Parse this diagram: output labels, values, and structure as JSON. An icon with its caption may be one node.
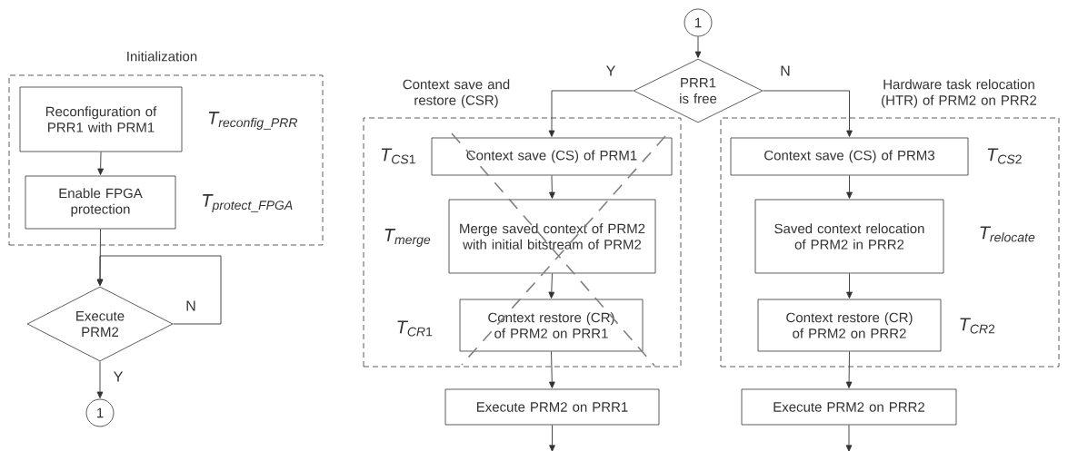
{
  "diagram": {
    "nodes": [
      {
        "text": [
          "Initialization"
        ]
      },
      {
        "text": [
          "Reconfiguration of PRR1 with PRM1"
        ],
        "in": 0,
        "beside": [
          "T_{reconfig\\_PRR}"
        ]
      },
      {
        "text": [
          "Enable FPGA protection"
        ],
        "in": 0,
        "beside": [
          "T_{protect\\_FPGA}"
        ]
      },
      {
        "text": [
          "Execute PRM2"
        ]
      },
      {
        "text": [
          "1"
        ]
      },
      {
        "text": [
          "1"
        ]
      },
      {
        "text": [
          "PRR1 is free"
        ]
      },
      {
        "text": [
          "Context save and restore (CSR)"
        ]
      },
      {
        "text": [
          "Context save (CS) of PRM1"
        ],
        "in": 7,
        "beside": [
          "T_{CS1}"
        ]
      },
      {
        "text": [
          "Merge saved context of PRM2 with initial bitstream of PRM2"
        ],
        "in": 7,
        "beside": [
          "T_{merge}"
        ]
      },
      {
        "text": [
          "Context restore (CR) of PRM2 on PRR1"
        ],
        "in": 7,
        "beside": [
          "T_{CR1}"
        ]
      },
      {
        "text": [
          "Hardware task relocation (HTR) of PRM2 on PRR2"
        ]
      },
      {
        "text": [
          "Context save (CS) of PRM3"
        ],
        "in": 11,
        "beside": [
          "T_{CS2}"
        ]
      },
      {
        "text": [
          "Saved context relocation of PRM2 in PRR2"
        ],
        "in": 11,
        "beside": [
          "T_{relocate}"
        ]
      },
      {
        "text": [
          "Context restore (CR) of PRM2 on PRR2"
        ],
        "in": 11,
        "beside": [
          "T_{CR2}"
        ]
      },
      {
        "text": [
          "Execute PRM2 on PRR1"
        ]
      },
      {
        "text": [
          "Execute PRM2 on PRR2"
        ]
      }
    ],
    "edges": [
      {
        "from": 1,
        "to": 2,
        "arrow": "to"
      },
      {
        "from": 2,
        "to": 3,
        "arrow": "to"
      },
      {
        "from": 3,
        "to": 3,
        "arrow": "to",
        "label": "N"
      },
      {
        "from": 3,
        "to": 4,
        "arrow": "to",
        "label": "Y"
      },
      {
        "from": 5,
        "to": 6,
        "arrow": "to"
      },
      {
        "from": 6,
        "to": 8,
        "arrow": "to",
        "label": "Y"
      },
      {
        "from": 6,
        "to": 12,
        "arrow": "to",
        "label": "N"
      },
      {
        "from": 8,
        "to": 9,
        "arrow": "to"
      },
      {
        "from": 9,
        "to": 10,
        "arrow": "to"
      },
      {
        "from": 10,
        "to": 15,
        "arrow": "to"
      },
      {
        "from": 12,
        "to": 13,
        "arrow": "to"
      },
      {
        "from": 13,
        "to": 14,
        "arrow": "to"
      },
      {
        "from": 14,
        "to": 16,
        "arrow": "to"
      },
      {
        "from": 15,
        "to": null,
        "arrow": "to"
      },
      {
        "from": 16,
        "to": null,
        "arrow": "to"
      }
    ]
  }
}
